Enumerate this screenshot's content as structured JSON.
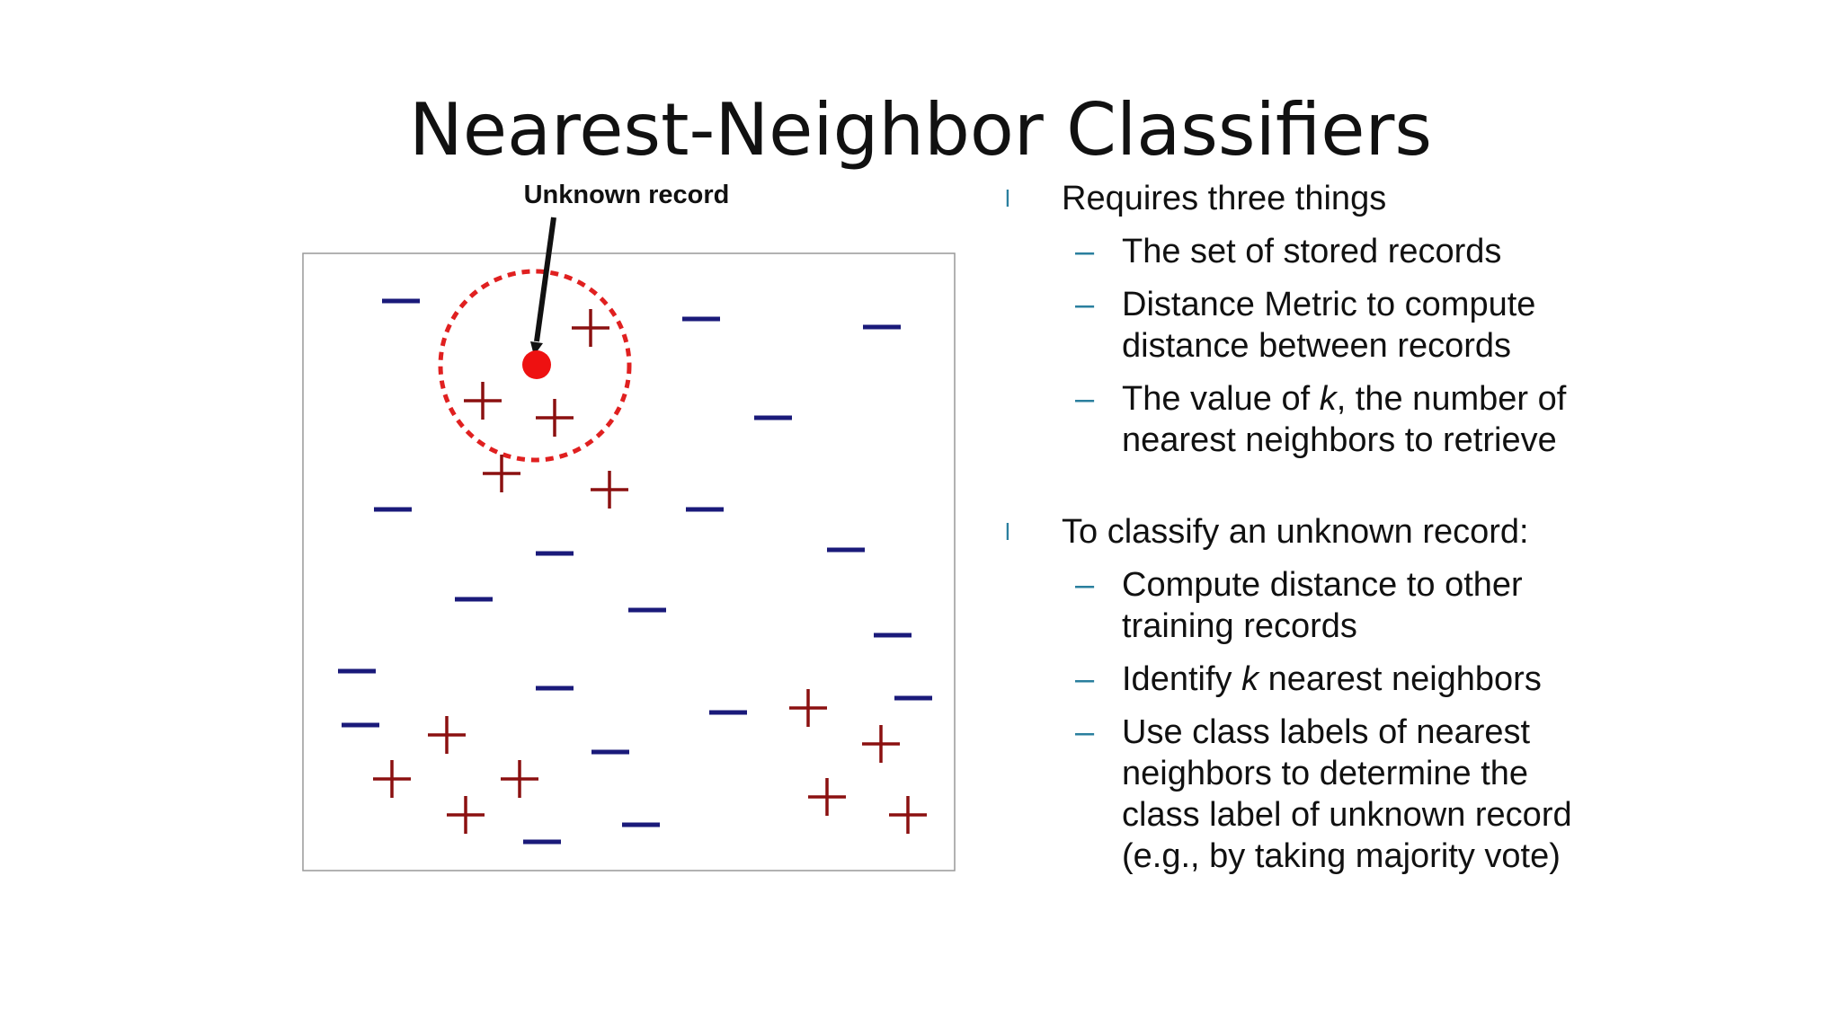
{
  "slide": {
    "title": "Nearest-Neighbor Classifiers"
  },
  "diagram": {
    "label": "Unknown record",
    "colors": {
      "minus": "#1a1a7a",
      "plus": "#8b1010",
      "unknown": "#ee1111",
      "circle": "#e02020",
      "arrow": "#111111",
      "frame": "#999999"
    },
    "icons": {
      "minus": "minus-sign-icon",
      "plus": "plus-sign-icon",
      "unknown": "red-dot-icon"
    }
  },
  "bullets": [
    {
      "marker": "l",
      "text": "Requires three things",
      "items": [
        {
          "lines": [
            [
              {
                "t": "The set of stored records"
              }
            ]
          ]
        },
        {
          "lines": [
            [
              {
                "t": "Distance Metric to compute"
              }
            ],
            [
              {
                "t": "distance between records"
              }
            ]
          ]
        },
        {
          "lines": [
            [
              {
                "t": "The value of "
              },
              {
                "t": "k",
                "i": true
              },
              {
                "t": ", the number of"
              }
            ],
            [
              {
                "t": "nearest neighbors to retrieve"
              }
            ]
          ]
        }
      ]
    },
    {
      "marker": "l",
      "text": "To classify an unknown record:",
      "items": [
        {
          "lines": [
            [
              {
                "t": "Compute distance to other"
              }
            ],
            [
              {
                "t": "training records"
              }
            ]
          ]
        },
        {
          "lines": [
            [
              {
                "t": "Identify "
              },
              {
                "t": "k",
                "i": true
              },
              {
                "t": " nearest neighbors"
              }
            ]
          ]
        },
        {
          "lines": [
            [
              {
                "t": "Use class labels of nearest"
              }
            ],
            [
              {
                "t": "neighbors to determine the"
              }
            ],
            [
              {
                "t": "class label of unknown record"
              }
            ],
            [
              {
                "t": "(e.g., by taking majority vote)"
              }
            ]
          ]
        }
      ]
    }
  ],
  "sub_marker": "–"
}
